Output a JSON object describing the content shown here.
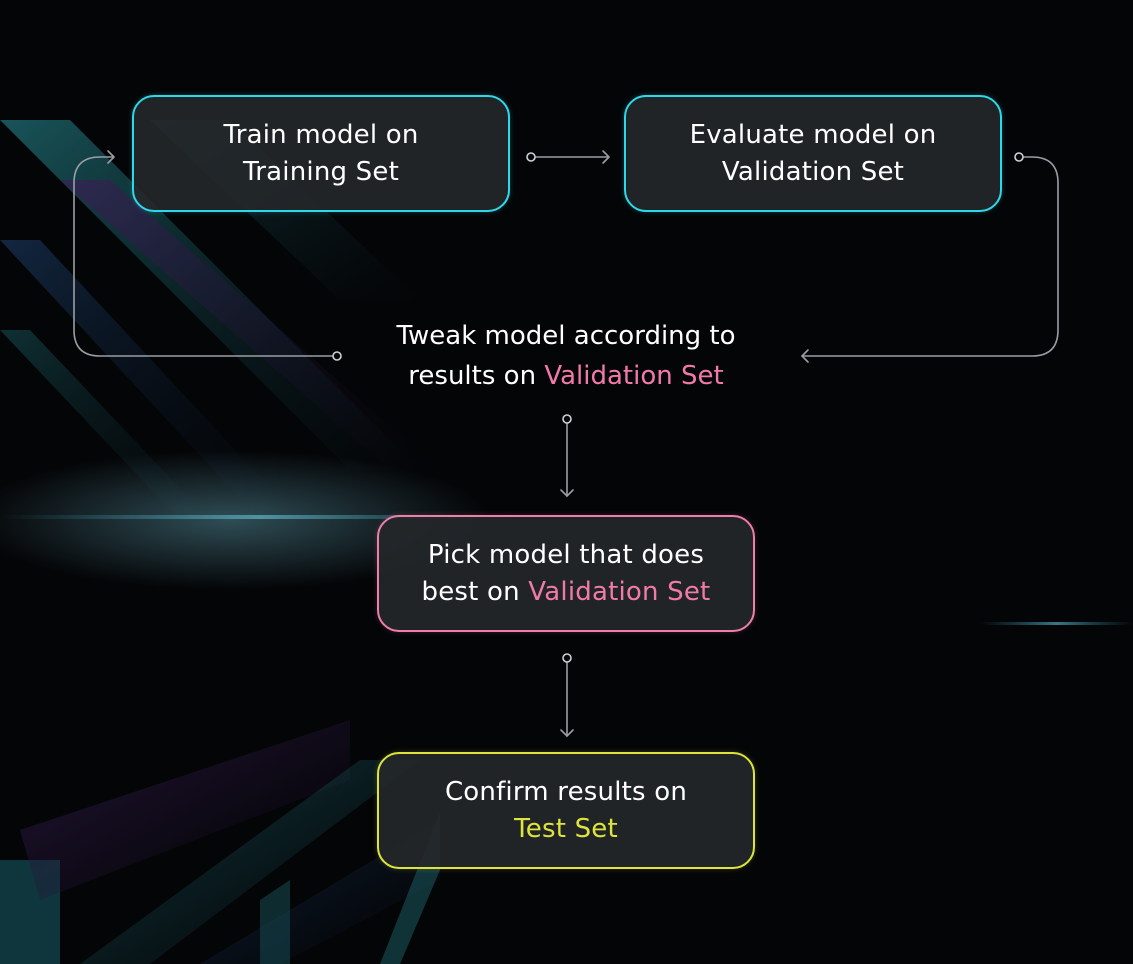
{
  "colors": {
    "cyan": "#2fd8e8",
    "pink": "#f27aa6",
    "yellow": "#dfe43c",
    "connector": "#9a9ea3",
    "node_fill": "#24272a",
    "background": "#040507"
  },
  "nodes": {
    "train": {
      "line1": "Train model on",
      "line2": "Training Set"
    },
    "evaluate": {
      "line1": "Evaluate model on",
      "line2": "Validation Set"
    },
    "tweak": {
      "line1": "Tweak model according to",
      "line2_prefix": "results on ",
      "line2_highlight": "Validation Set"
    },
    "pick": {
      "line1": "Pick model that does",
      "line2_prefix": "best on ",
      "line2_highlight": "Validation Set"
    },
    "confirm": {
      "line1": "Confirm results on",
      "line2_highlight": "Test Set"
    }
  },
  "icons": {
    "connector_start": "circle-node-icon",
    "connector_end": "chevron-arrow-icon"
  }
}
